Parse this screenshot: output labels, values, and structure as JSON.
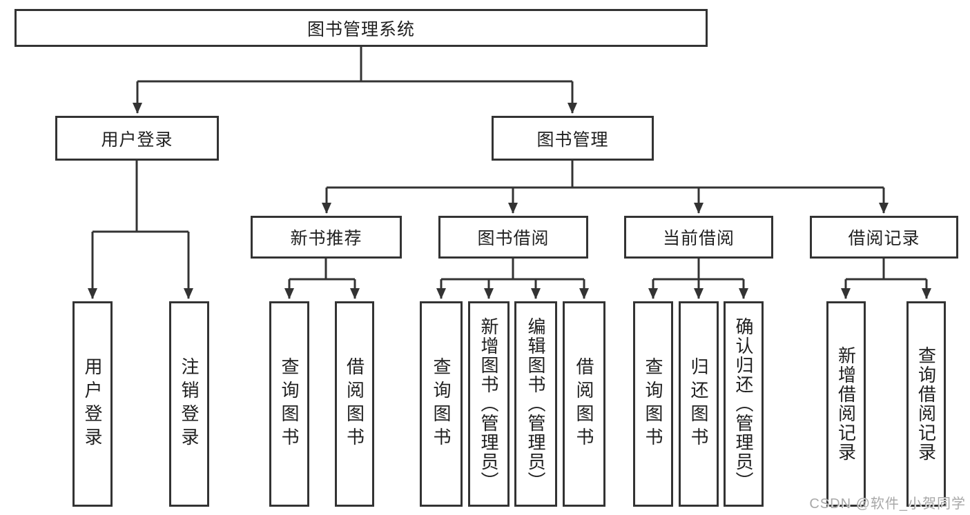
{
  "tree": {
    "root": {
      "label": "图书管理系统"
    },
    "children": [
      {
        "label": "用户登录",
        "children": [
          {
            "label": "用户登录"
          },
          {
            "label": "注销登录"
          }
        ]
      },
      {
        "label": "图书管理",
        "children": [
          {
            "label": "新书推荐",
            "children": [
              {
                "label": "查询图书"
              },
              {
                "label": "借阅图书"
              }
            ]
          },
          {
            "label": "图书借阅",
            "children": [
              {
                "label": "查询图书"
              },
              {
                "label": "新增图书（管理员）"
              },
              {
                "label": "编辑图书（管理员）"
              },
              {
                "label": "借阅图书"
              }
            ]
          },
          {
            "label": "当前借阅",
            "children": [
              {
                "label": "查询图书"
              },
              {
                "label": "归还图书"
              },
              {
                "label": "确认归还（管理员）"
              }
            ]
          },
          {
            "label": "借阅记录",
            "children": [
              {
                "label": "新增借阅记录"
              },
              {
                "label": "查询借阅记录"
              }
            ]
          }
        ]
      }
    ]
  },
  "watermark": "CSDN @软件_小贺同学",
  "colors": {
    "line": "#333333",
    "text": "#1f1f1f",
    "background": "#ffffff",
    "watermark": "#a8a8a8"
  }
}
